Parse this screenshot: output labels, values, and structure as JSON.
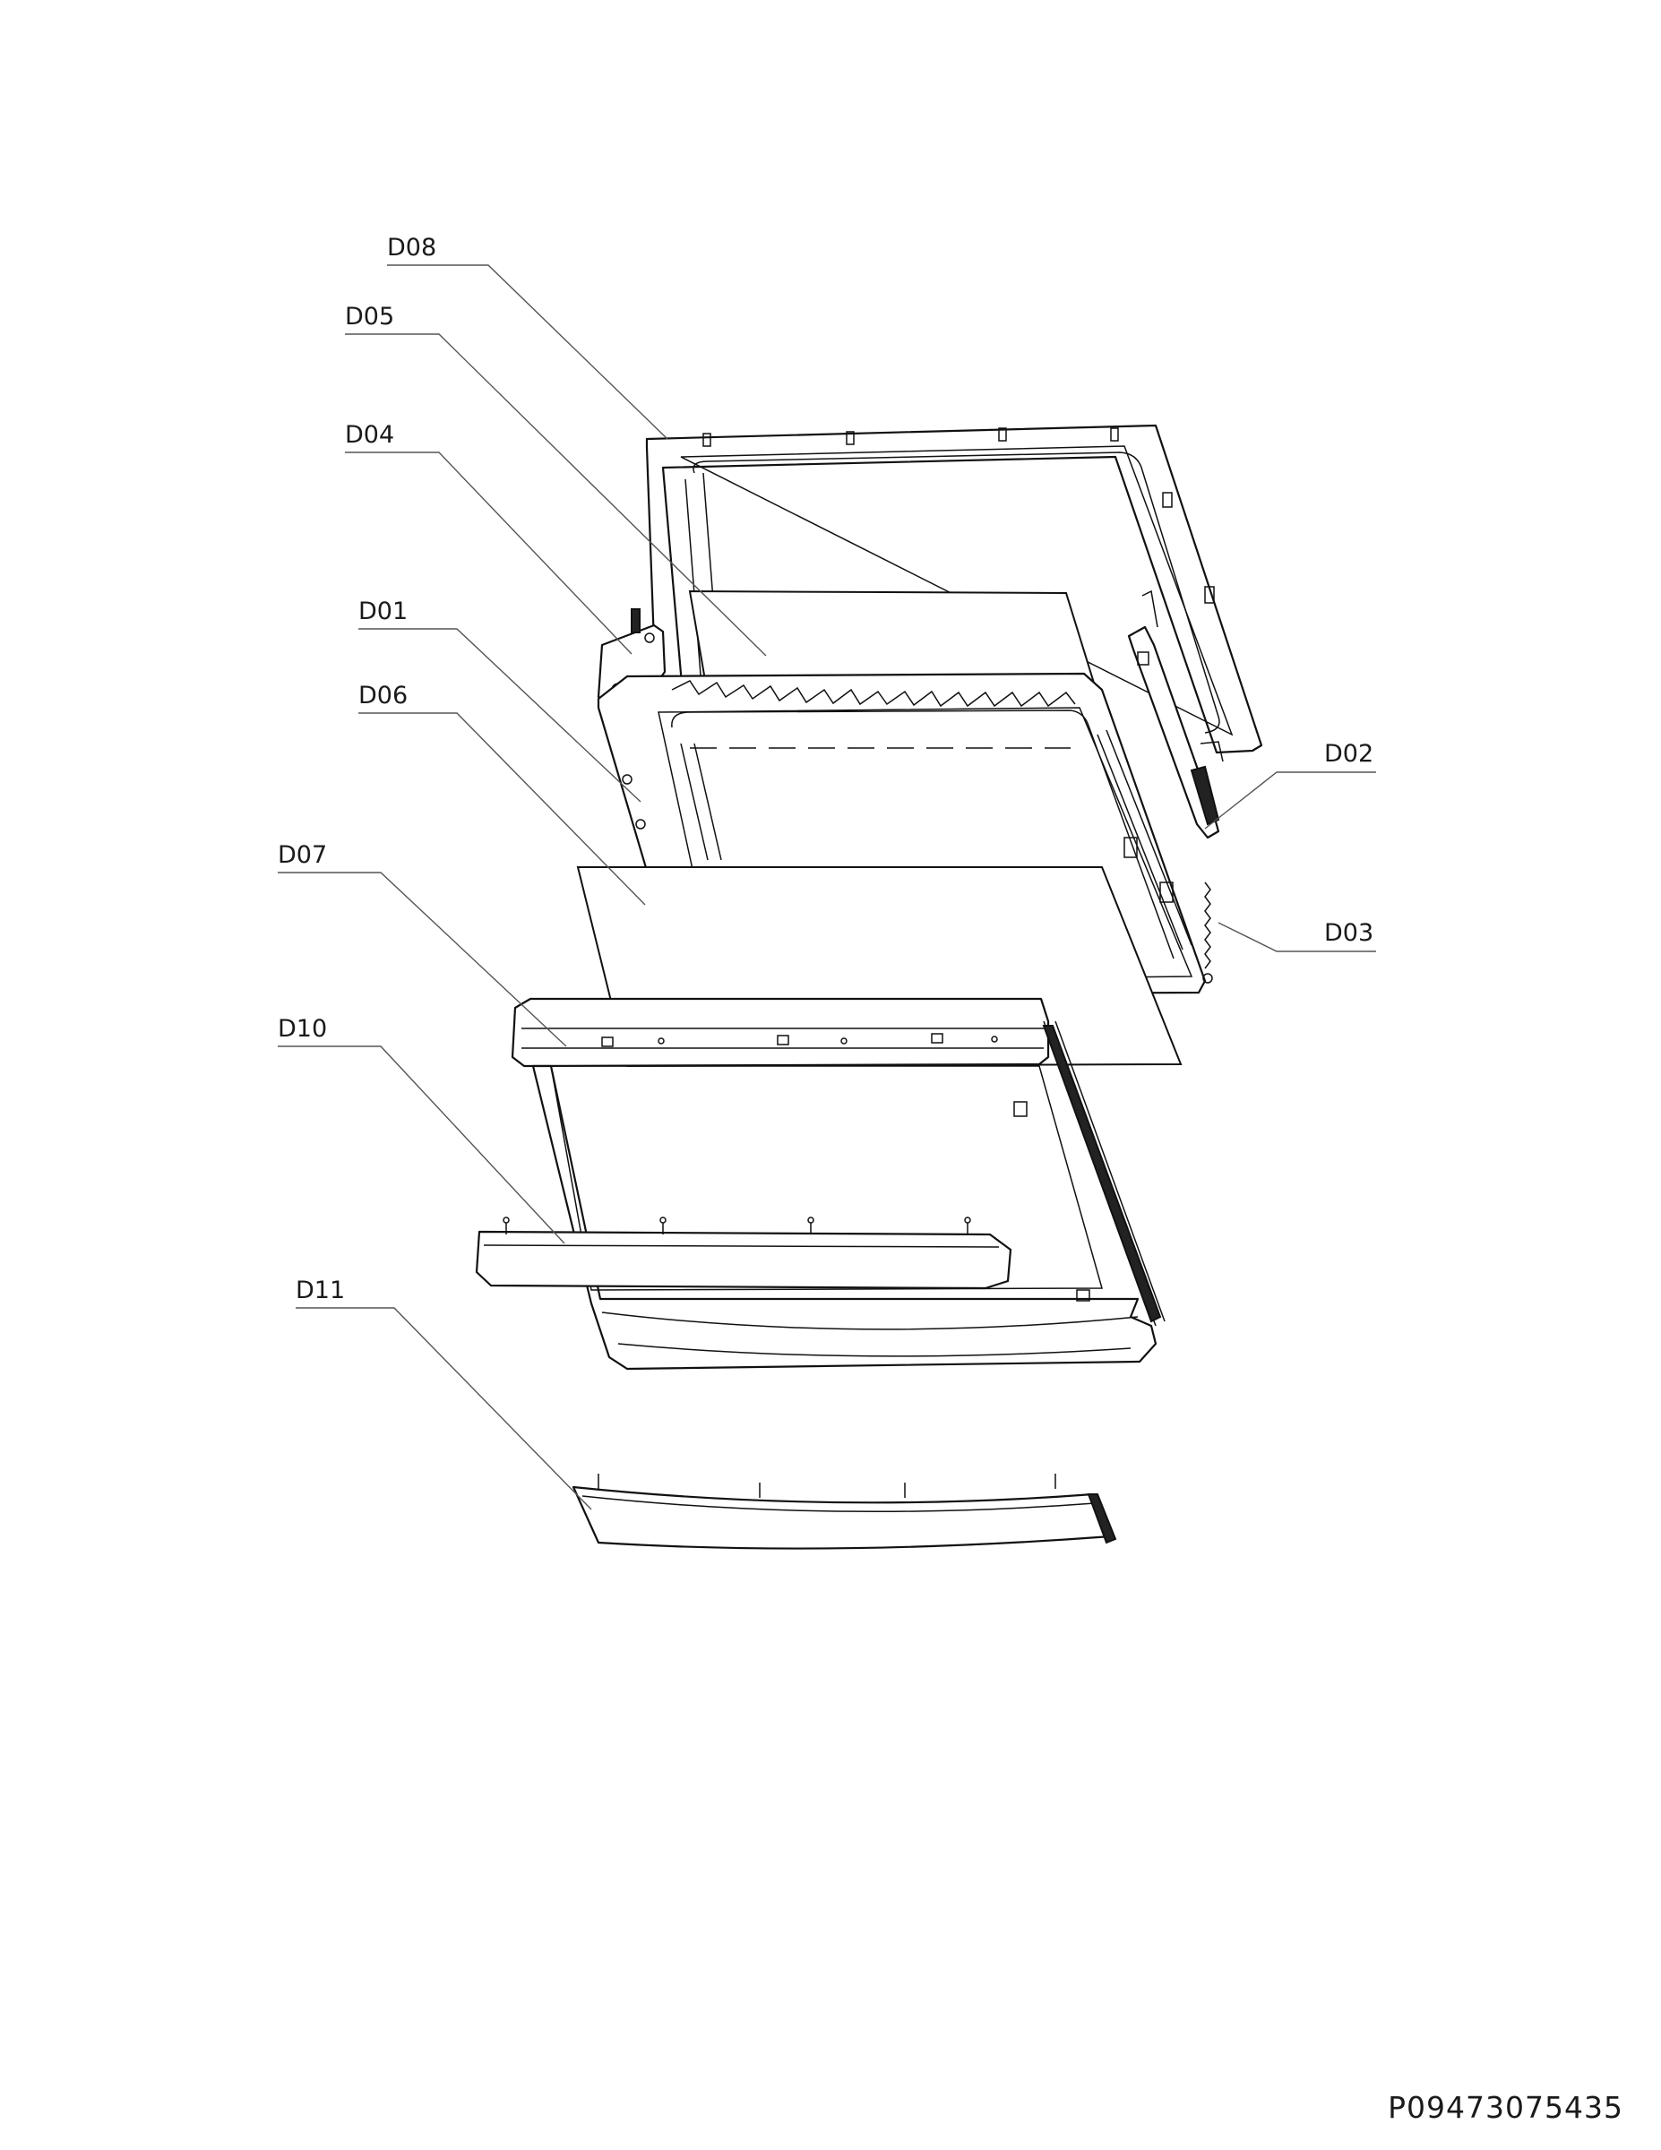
{
  "diagram": {
    "callouts": [
      {
        "id": "D08",
        "label": "D08"
      },
      {
        "id": "D05",
        "label": "D05"
      },
      {
        "id": "D04",
        "label": "D04"
      },
      {
        "id": "D01",
        "label": "D01"
      },
      {
        "id": "D06",
        "label": "D06"
      },
      {
        "id": "D07",
        "label": "D07"
      },
      {
        "id": "D10",
        "label": "D10"
      },
      {
        "id": "D11",
        "label": "D11"
      },
      {
        "id": "D02",
        "label": "D02"
      },
      {
        "id": "D03",
        "label": "D03"
      }
    ]
  },
  "footer": {
    "document_code": "P09473075435"
  },
  "colors": {
    "line": "#111111",
    "leader": "#555555",
    "background": "#ffffff"
  }
}
